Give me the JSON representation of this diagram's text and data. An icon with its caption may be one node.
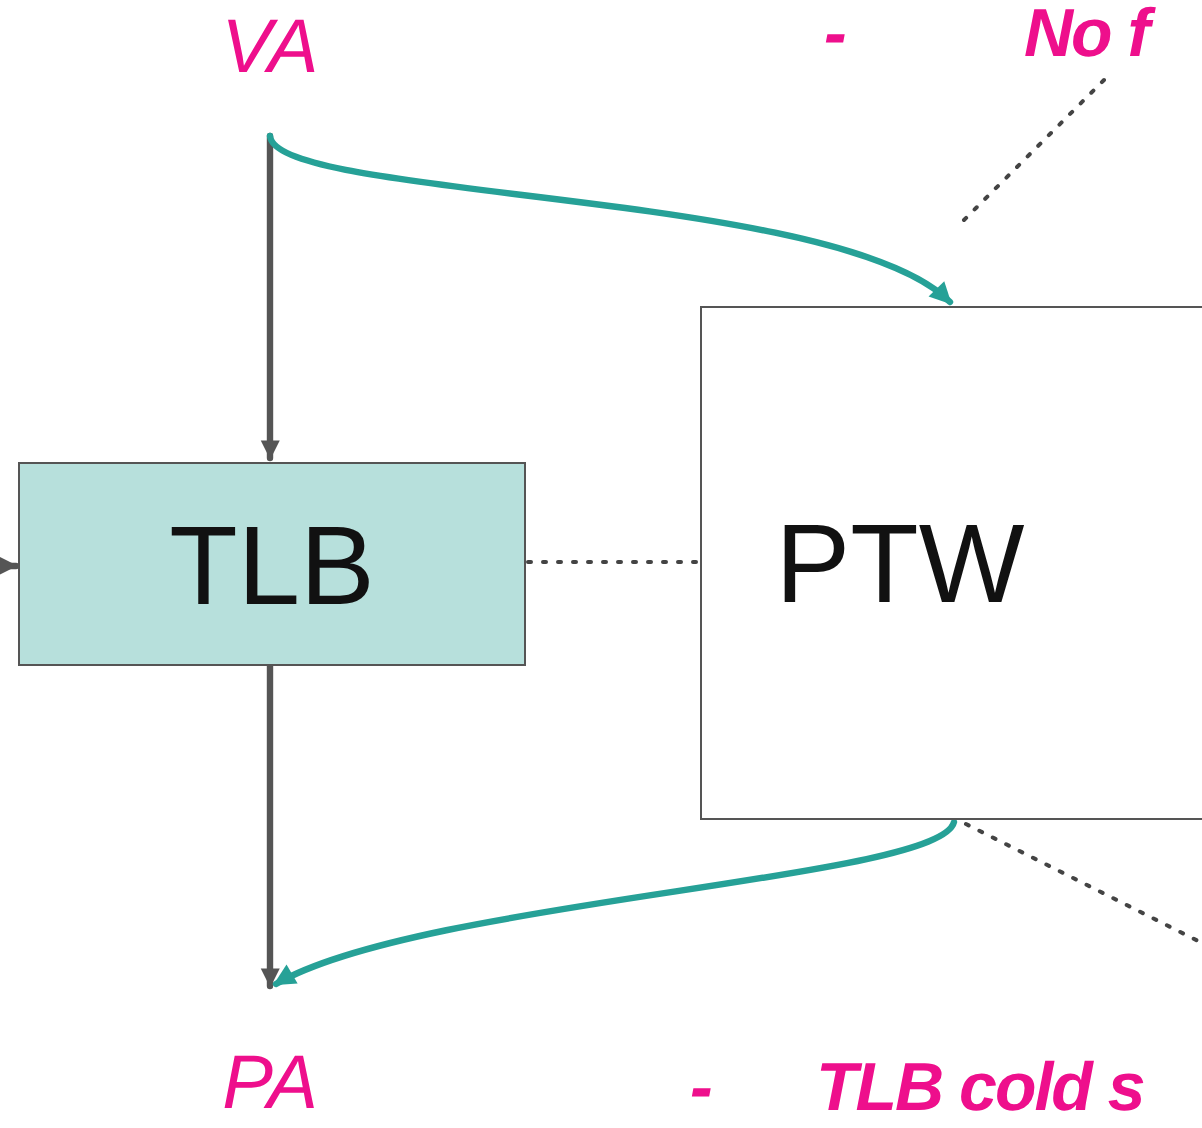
{
  "diagram": {
    "nodes": [
      {
        "text": [
          "VA"
        ]
      },
      {
        "text": [
          "TLB"
        ]
      },
      {
        "text": [
          "PTW"
        ]
      },
      {
        "text": [
          "PA"
        ]
      }
    ],
    "edges": [
      {
        "from": 0,
        "to": 1,
        "arrow": "to"
      },
      {
        "from": 0,
        "to": 2,
        "arrow": "to",
        "color": "#26a197"
      },
      {
        "from": 1,
        "to": 3,
        "arrow": "to"
      },
      {
        "from": 2,
        "to": 3,
        "arrow": "to",
        "color": "#26a197"
      },
      {
        "from": null,
        "to": 1,
        "arrow": "to"
      },
      {
        "from": 1,
        "to": 2,
        "arrow": "none",
        "style": "dashed"
      },
      {
        "from": 2,
        "to": null,
        "arrow": "none",
        "style": "dashed"
      }
    ],
    "labels": [
      "-",
      "No f",
      "-",
      "TLB cold s"
    ]
  }
}
